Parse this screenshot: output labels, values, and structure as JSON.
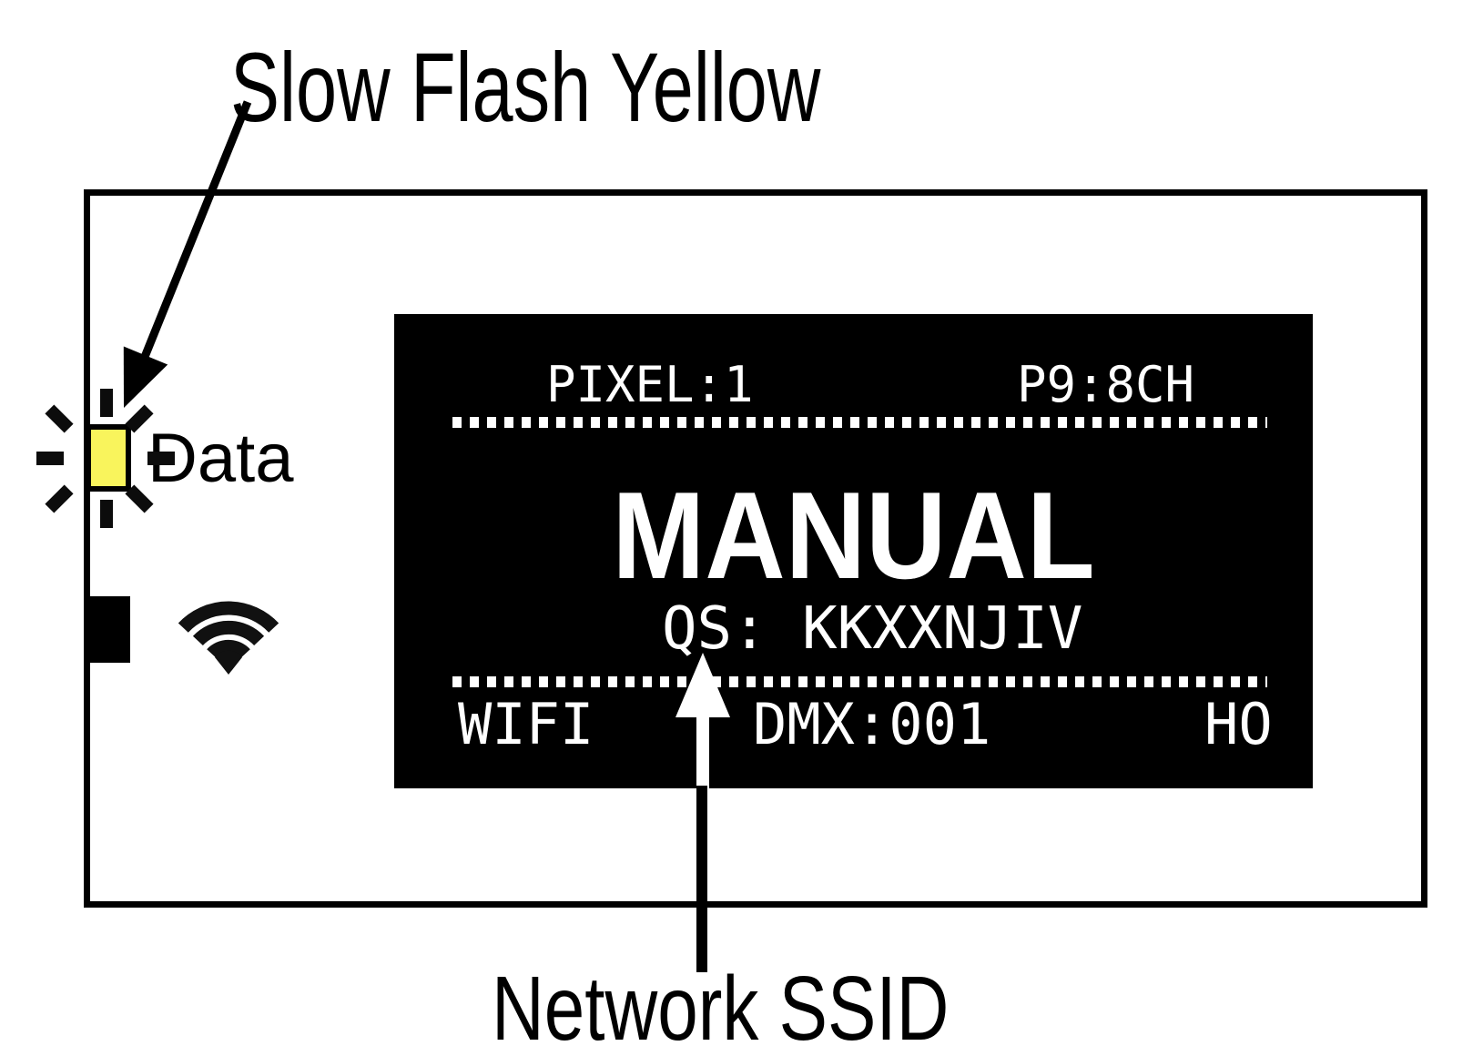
{
  "diagram": {
    "title_label": "Slow Flash Yellow",
    "bottom_label": "Network SSID",
    "led": {
      "label": "Data",
      "state": "slow-flash-yellow"
    },
    "colors": {
      "background": "#FFFFFF",
      "line_black": "#000000",
      "led_yellow": "#F9F45C",
      "display_background": "#000000",
      "display_text": "#FFFFFF"
    },
    "display": {
      "top_left": "PIXEL:1",
      "top_right": "P9:8CH",
      "center": "MANUAL",
      "ssid_line": "QS: KKXXNJIV",
      "bottom_left": "WIFI",
      "bottom_center": "DMX:001",
      "bottom_right": "HO"
    }
  }
}
